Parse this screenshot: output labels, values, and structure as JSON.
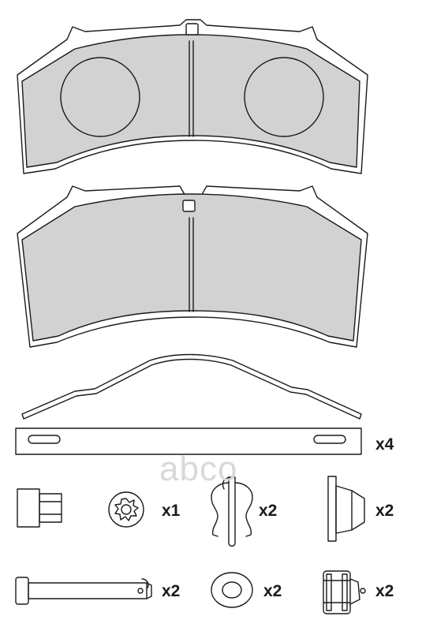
{
  "quantities": {
    "spring_clip": "x4",
    "ring_nut": "x1",
    "hair_pin": "x2",
    "cap": "x2",
    "pin": "x2",
    "washer": "x2",
    "bushing": "x2"
  },
  "watermark": "abco",
  "colors": {
    "pad_fill": "#d2d2d2",
    "outline": "#1a1a1a",
    "background": "#ffffff",
    "watermark": "#d9d9d9"
  }
}
